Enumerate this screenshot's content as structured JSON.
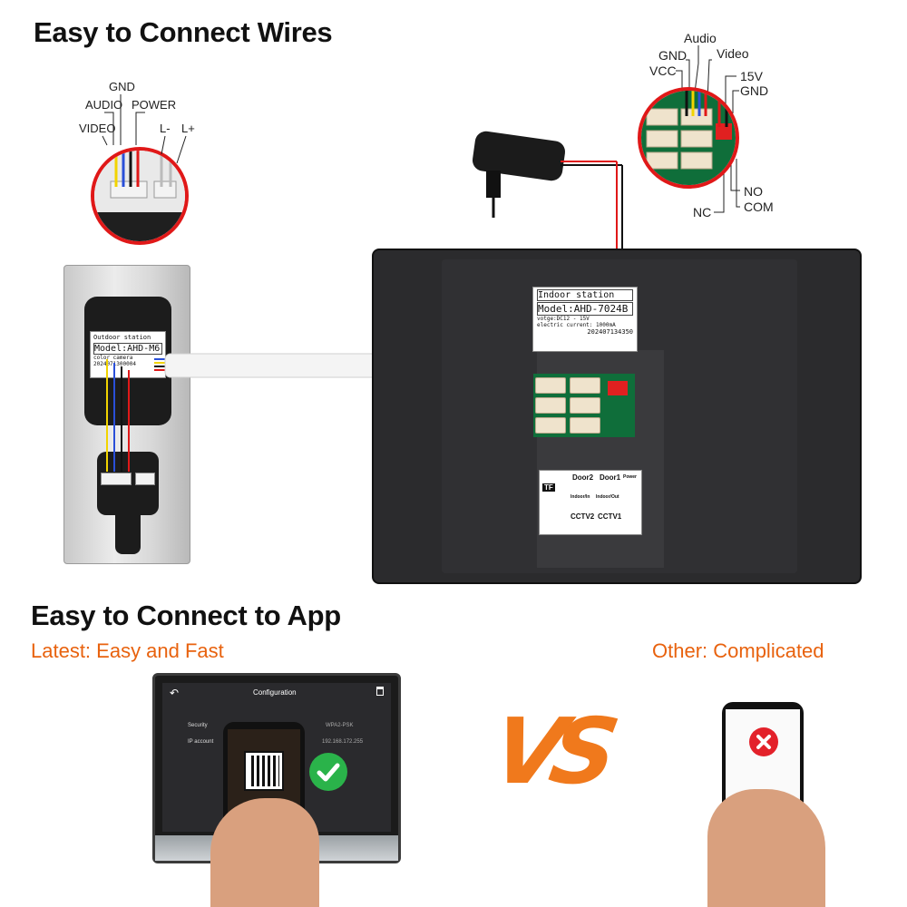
{
  "headings": {
    "wires": "Easy to Connect Wires",
    "app": "Easy to Connect to App"
  },
  "comparison": {
    "latest": "Latest: Easy and Fast",
    "other": "Other: Complicated",
    "vs": "VS"
  },
  "colors": {
    "accent_orange": "#e8620e",
    "heading": "#111111",
    "red_wire": "#e01818",
    "yellow_wire": "#f2d400",
    "blue_wire": "#2a4fd8",
    "black_wire": "#111111",
    "check_green": "#2ab34a",
    "cross_red": "#e3212a"
  },
  "outdoor_wires": {
    "gnd": "GND",
    "audio": "AUDIO",
    "power": "POWER",
    "video": "VIDEO",
    "l_minus": "L-",
    "l_plus": "L+"
  },
  "indoor_wires": {
    "audio": "Audio",
    "gnd": "GND",
    "video": "Video",
    "vcc": "VCC",
    "v15": "15V",
    "gnd2": "GND",
    "no": "NO",
    "nc": "NC",
    "com": "COM"
  },
  "outdoor_label": {
    "line1": "Outdoor station",
    "line2": "Model:AHD-M6",
    "line3": "color camera",
    "serial": "2024071300004"
  },
  "indoor_label": {
    "line1": "Indoor station",
    "line2": "Model:AHD-7024B",
    "line3": "votge:DC12 - 15V",
    "line4": "electric current: 1000mA",
    "serial": "202407134350"
  },
  "ports": {
    "tf": "TF",
    "door2": "Door2",
    "door1": "Door1",
    "power": "Power",
    "indoor_in": "Indoor/In",
    "indoor_out": "Indoor/Out",
    "cctv2": "CCTV2",
    "cctv1": "CCTV1"
  },
  "monitor_ui": {
    "title": "Configuration",
    "row1_label": "Security",
    "row1_value": "WPA2-PSK",
    "row2_label": "IP account",
    "row2_value": "192.168.172.255"
  },
  "icons": {
    "check": "check-circle-icon",
    "cross": "x-circle-icon",
    "back": "back-arrow-icon",
    "trash": "trash-icon"
  }
}
